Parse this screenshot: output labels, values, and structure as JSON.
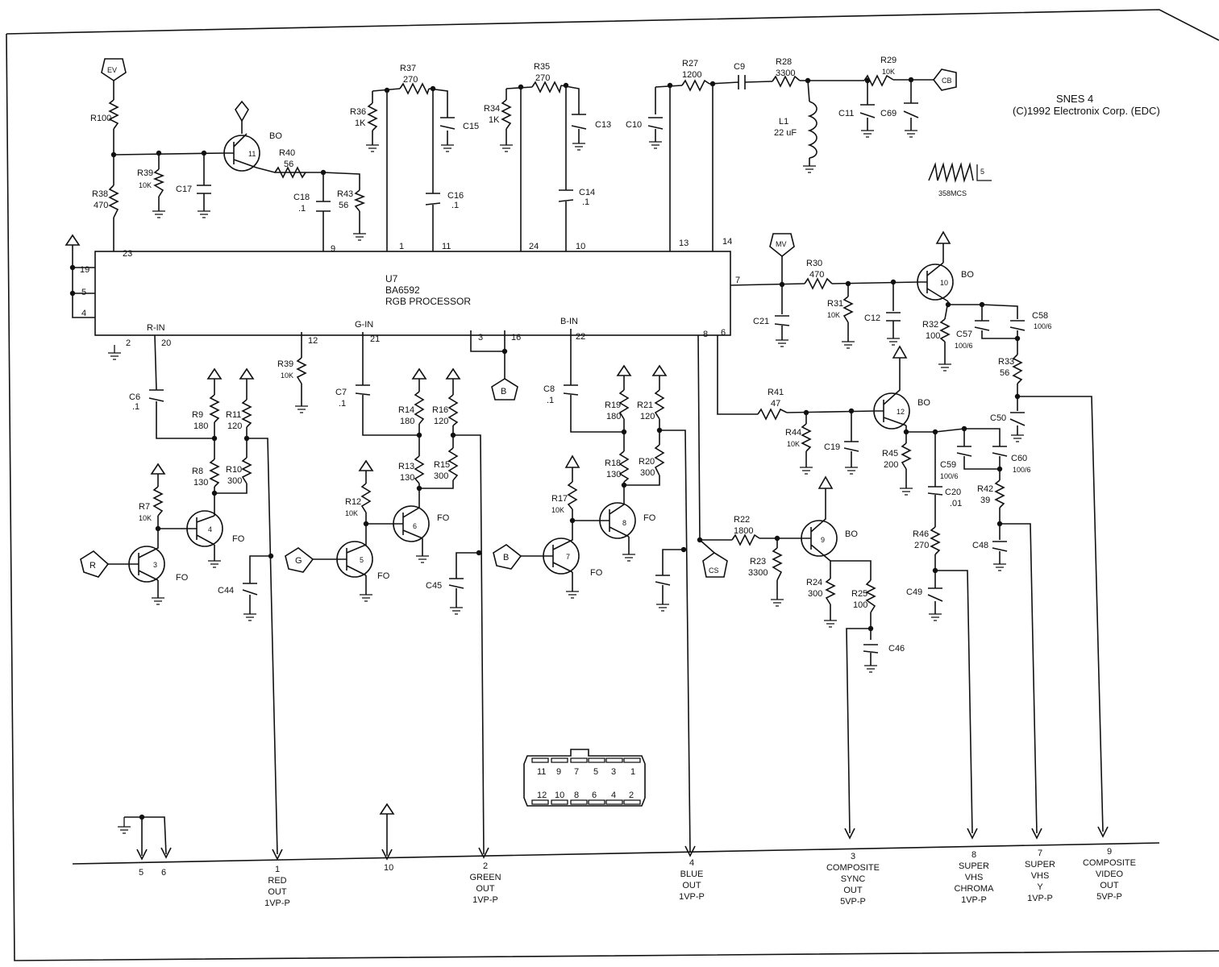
{
  "title_block": {
    "line1": "SNES 4",
    "line2": "(C)1992 Electronix Corp. (EDC)"
  },
  "waveform": {
    "number": "5",
    "label": "358MCS"
  },
  "ic": {
    "ref": "U7",
    "part": "BA6592",
    "desc": "RGB PROCESSOR"
  },
  "ic_pins": [
    {
      "id": "p23",
      "label": "23"
    },
    {
      "id": "p9",
      "label": "9"
    },
    {
      "id": "p1",
      "label": "1"
    },
    {
      "id": "p11",
      "label": "11"
    },
    {
      "id": "p24",
      "label": "24"
    },
    {
      "id": "p10",
      "label": "10"
    },
    {
      "id": "p13",
      "label": "13"
    },
    {
      "id": "p14",
      "label": "14"
    },
    {
      "id": "p19",
      "label": "19"
    },
    {
      "id": "p5",
      "label": "5"
    },
    {
      "id": "p4",
      "label": "4"
    },
    {
      "id": "p7",
      "label": "7"
    },
    {
      "id": "p2",
      "label": "2"
    },
    {
      "id": "p20",
      "label": "20"
    },
    {
      "id": "p12",
      "label": "12"
    },
    {
      "id": "p21",
      "label": "21"
    },
    {
      "id": "p3",
      "label": "3"
    },
    {
      "id": "p16",
      "label": "16"
    },
    {
      "id": "p22",
      "label": "22"
    },
    {
      "id": "p8",
      "label": "8"
    },
    {
      "id": "p6",
      "label": "6"
    }
  ],
  "ic_inputs": {
    "r_in": "R-IN",
    "g_in": "G-IN",
    "b_in": "B-IN"
  },
  "components": [
    {
      "ref": "R100",
      "value": ""
    },
    {
      "ref": "R39",
      "value": "10K"
    },
    {
      "ref": "C17",
      "value": ""
    },
    {
      "ref": "R38",
      "value": "470"
    },
    {
      "ref": "R40",
      "value": "56"
    },
    {
      "ref": "C18",
      "value": ".1"
    },
    {
      "ref": "R43",
      "value": "56"
    },
    {
      "ref": "R37",
      "value": "270"
    },
    {
      "ref": "R36",
      "value": "1K"
    },
    {
      "ref": "C15",
      "value": ""
    },
    {
      "ref": "C16",
      "value": ".1"
    },
    {
      "ref": "R35",
      "value": "270"
    },
    {
      "ref": "R34",
      "value": "1K"
    },
    {
      "ref": "C13",
      "value": ""
    },
    {
      "ref": "C14",
      "value": ".1"
    },
    {
      "ref": "R27",
      "value": "1200"
    },
    {
      "ref": "C10",
      "value": ""
    },
    {
      "ref": "C9",
      "value": ""
    },
    {
      "ref": "R28",
      "value": "3300"
    },
    {
      "ref": "L1",
      "value": "22 uF"
    },
    {
      "ref": "R29",
      "value": "10K"
    },
    {
      "ref": "C11",
      "value": ""
    },
    {
      "ref": "C69",
      "value": ""
    },
    {
      "ref": "R30",
      "value": "470"
    },
    {
      "ref": "C21",
      "value": ""
    },
    {
      "ref": "R31",
      "value": "10K"
    },
    {
      "ref": "C12",
      "value": ""
    },
    {
      "ref": "R32",
      "value": "100"
    },
    {
      "ref": "C57",
      "value": "100/6"
    },
    {
      "ref": "C58",
      "value": "100/6"
    },
    {
      "ref": "R33",
      "value": "56"
    },
    {
      "ref": "C50",
      "value": ""
    },
    {
      "ref": "R41",
      "value": "47"
    },
    {
      "ref": "R44",
      "value": "10K"
    },
    {
      "ref": "C19",
      "value": ""
    },
    {
      "ref": "R45",
      "value": "200"
    },
    {
      "ref": "C59",
      "value": "100/6"
    },
    {
      "ref": "C60",
      "value": "100/6"
    },
    {
      "ref": "C20",
      "value": ".01"
    },
    {
      "ref": "R42",
      "value": "39"
    },
    {
      "ref": "C48",
      "value": ""
    },
    {
      "ref": "R46",
      "value": "270"
    },
    {
      "ref": "C49",
      "value": ""
    },
    {
      "ref": "R22",
      "value": "1800"
    },
    {
      "ref": "R23",
      "value": "3300"
    },
    {
      "ref": "R24",
      "value": "300"
    },
    {
      "ref": "R25",
      "value": "100"
    },
    {
      "ref": "C46",
      "value": ""
    },
    {
      "ref": "R39",
      "value": "10K"
    },
    {
      "ref": "C6",
      "value": ".1"
    },
    {
      "ref": "R9",
      "value": "180"
    },
    {
      "ref": "R11",
      "value": "120"
    },
    {
      "ref": "R8",
      "value": "130"
    },
    {
      "ref": "R10",
      "value": "300"
    },
    {
      "ref": "R7",
      "value": "10K"
    },
    {
      "ref": "C44",
      "value": ""
    },
    {
      "ref": "C7",
      "value": ".1"
    },
    {
      "ref": "R14",
      "value": "180"
    },
    {
      "ref": "R16",
      "value": "120"
    },
    {
      "ref": "R13",
      "value": "130"
    },
    {
      "ref": "R15",
      "value": "300"
    },
    {
      "ref": "R12",
      "value": "10K"
    },
    {
      "ref": "C45",
      "value": ""
    },
    {
      "ref": "C8",
      "value": ".1"
    },
    {
      "ref": "R19",
      "value": "180"
    },
    {
      "ref": "R21",
      "value": "120"
    },
    {
      "ref": "R18",
      "value": "130"
    },
    {
      "ref": "R20",
      "value": "300"
    },
    {
      "ref": "R17",
      "value": "10K"
    }
  ],
  "transistors": [
    {
      "num": "11",
      "type": "BO"
    },
    {
      "num": "10",
      "type": "BO"
    },
    {
      "num": "12",
      "type": "BO"
    },
    {
      "num": "9",
      "type": "BO"
    },
    {
      "num": "4",
      "type": "FO"
    },
    {
      "num": "3",
      "type": "FO"
    },
    {
      "num": "6",
      "type": "FO"
    },
    {
      "num": "5",
      "type": "FO"
    },
    {
      "num": "8",
      "type": "FO"
    },
    {
      "num": "7",
      "type": "FO"
    }
  ],
  "ports": [
    {
      "id": "ev",
      "label": "EV"
    },
    {
      "id": "cb",
      "label": "CB"
    },
    {
      "id": "mv",
      "label": "MV"
    },
    {
      "id": "r",
      "label": "R"
    },
    {
      "id": "g",
      "label": "G"
    },
    {
      "id": "b1",
      "label": "B"
    },
    {
      "id": "b2",
      "label": "B"
    },
    {
      "id": "cs",
      "label": "CS"
    }
  ],
  "connector_pins": {
    "top": [
      "11",
      "9",
      "7",
      "5",
      "3",
      "1"
    ],
    "bottom": [
      "12",
      "10",
      "8",
      "6",
      "4",
      "2"
    ]
  },
  "bus_pins": {
    "p5": "5",
    "p6": "6",
    "p10": "10",
    "red": [
      "1",
      "RED",
      "OUT",
      "1VP-P"
    ],
    "green": [
      "2",
      "GREEN",
      "OUT",
      "1VP-P"
    ],
    "blue": [
      "4",
      "BLUE",
      "OUT",
      "1VP-P"
    ],
    "sync": [
      "3",
      "COMPOSITE",
      "SYNC",
      "OUT",
      "5VP-P"
    ],
    "chroma": [
      "8",
      "SUPER",
      "VHS",
      "CHROMA",
      "1VP-P"
    ],
    "luma": [
      "7",
      "SUPER",
      "VHS",
      "Y",
      "1VP-P"
    ],
    "video": [
      "9",
      "COMPOSITE",
      "VIDEO",
      "OUT",
      "5VP-P"
    ]
  }
}
